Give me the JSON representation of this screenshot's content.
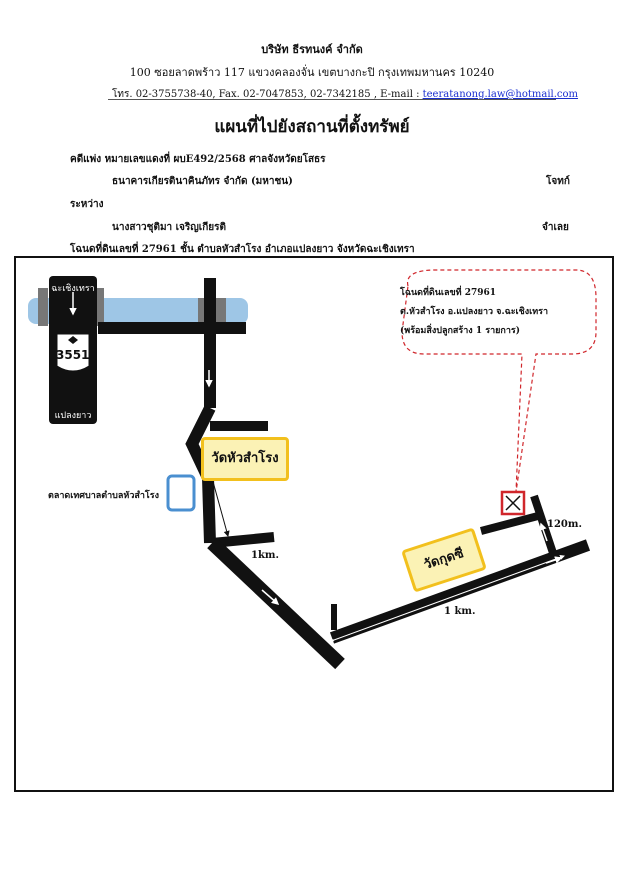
{
  "header": {
    "company": "บริษัท ธีรทนงค์ จำกัด",
    "address": "100 ซอยลาดพร้าว 117 แขวงคลองจั่น เขตบางกะปิ กรุงเทพมหานคร 10240",
    "contact_prefix": "โทร. 02-3755738-40, Fax. 02-7047853, 02-7342185 , E-mail : ",
    "email": "teeratanong.law@hotmail.com"
  },
  "title": "แผนที่ไปยังสถานที่ตั้งทรัพย์",
  "case": {
    "line": "คดีแพ่ง หมายเลขแดงที่ ผบE492/2568 ศาลจังหวัดยโสธร",
    "plaintiff": "ธนาคารเกียรตินาคินภัทร จำกัด (มหาชน)",
    "plaintiff_role": "โจทก์",
    "between": "ระหว่าง",
    "defendant": "นางสาวชุติมา เจริญเกียรติ",
    "defendant_role": "จำเลย",
    "deed_line": "โฉนดที่ดินเลขที่ 27961 ชั้น ตำบลหัวสำโรง อำเภอแปลงยาว จังหวัดฉะเชิงเทรา"
  },
  "map": {
    "callout": {
      "line1": "โฉนดที่ดินเลขที่ 27961",
      "line2": "ต.หัวสำโรง อ.แปลงยาว จ.ฉะเชิงเทรา",
      "line3": "(พร้อมสิ่งปลูกสร้าง 1 รายการ)"
    },
    "sign_top": "ฉะเชิงเทรา",
    "sign_route": "3551",
    "sign_bottom": "แปลงยาว",
    "temple1": "วัดหัวสำโรง",
    "temple2": "วัดกุดซี",
    "market": "ตลาดเทศบาลตำบลหัวสำโรง",
    "dist1": "1km.",
    "dist2": "1 km.",
    "dist3": "120m.",
    "colors": {
      "road": "#111111",
      "canal": "#9ec6e6",
      "temple_border": "#f2c01d",
      "temple_fill": "#fbf2b5",
      "callout": "#d0262b",
      "market_border": "#4a8fd0"
    }
  }
}
